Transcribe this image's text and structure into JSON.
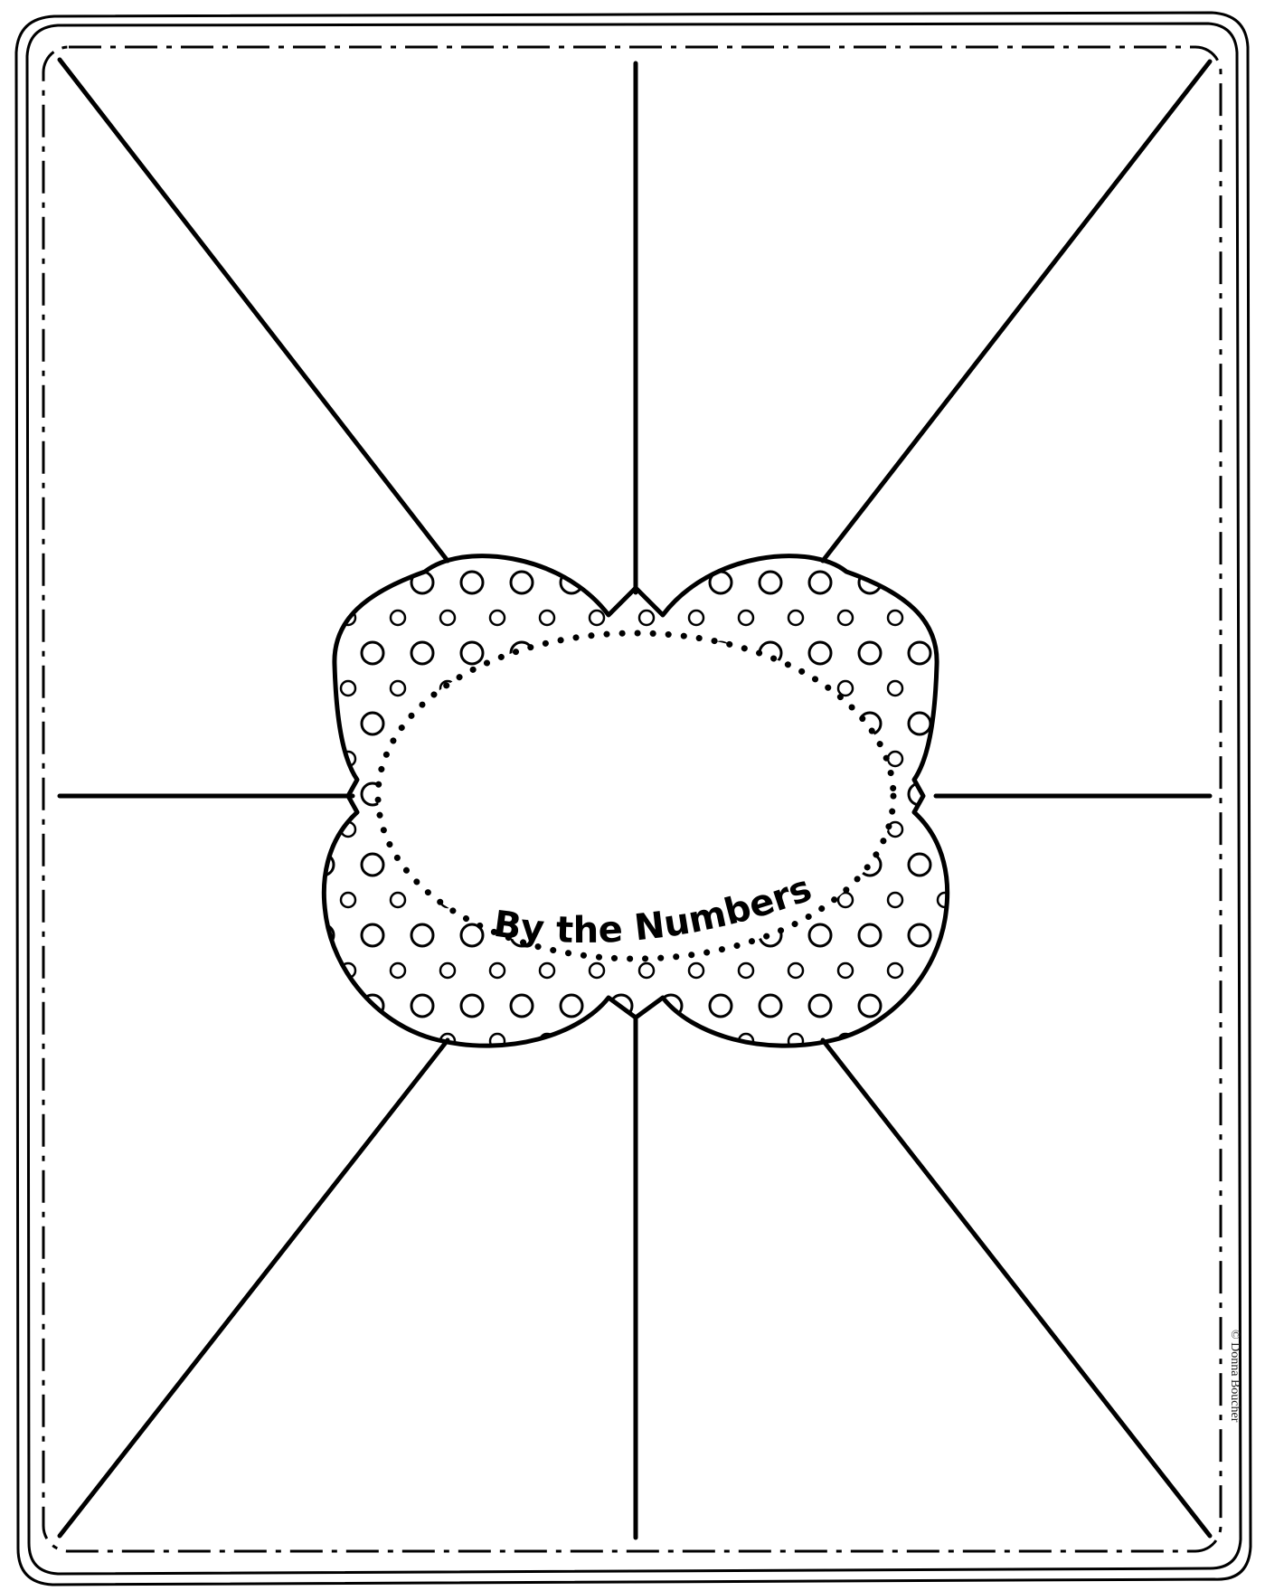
{
  "organizer": {
    "title": "By the Numbers",
    "credit": "© Donna Boucher",
    "colors": {
      "ink": "#000000",
      "paper": "#ffffff"
    },
    "sections": 8
  }
}
